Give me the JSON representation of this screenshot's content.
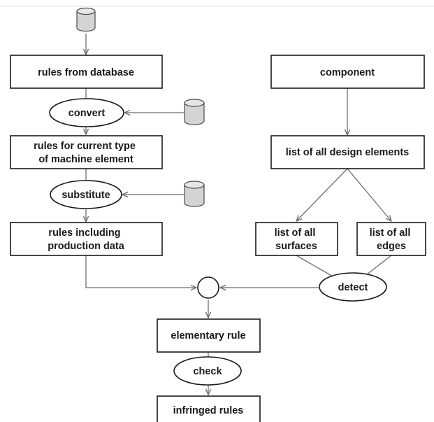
{
  "nodes": {
    "rules_from_database": [
      "rules from database"
    ],
    "convert": [
      "convert"
    ],
    "rules_current_type": [
      "rules for current type",
      "of machine element"
    ],
    "substitute": [
      "substitute"
    ],
    "rules_production": [
      "rules including",
      "production data"
    ],
    "component": [
      "component"
    ],
    "design_elements": [
      "list of all design elements"
    ],
    "surfaces": [
      "list of all",
      "surfaces"
    ],
    "edges": [
      "list of all",
      "edges"
    ],
    "detect": [
      "detect"
    ],
    "elementary_rule": [
      "elementary rule"
    ],
    "check": [
      "check"
    ],
    "infringed_rules": [
      "infringed rules"
    ]
  },
  "databases": [
    "database-top",
    "database-convert",
    "database-substitute"
  ],
  "colors": {
    "stroke": "#1a1a1a",
    "edge": "#6e6e6e",
    "database_fill": "#d4d4d4",
    "background": "#ffffff"
  }
}
